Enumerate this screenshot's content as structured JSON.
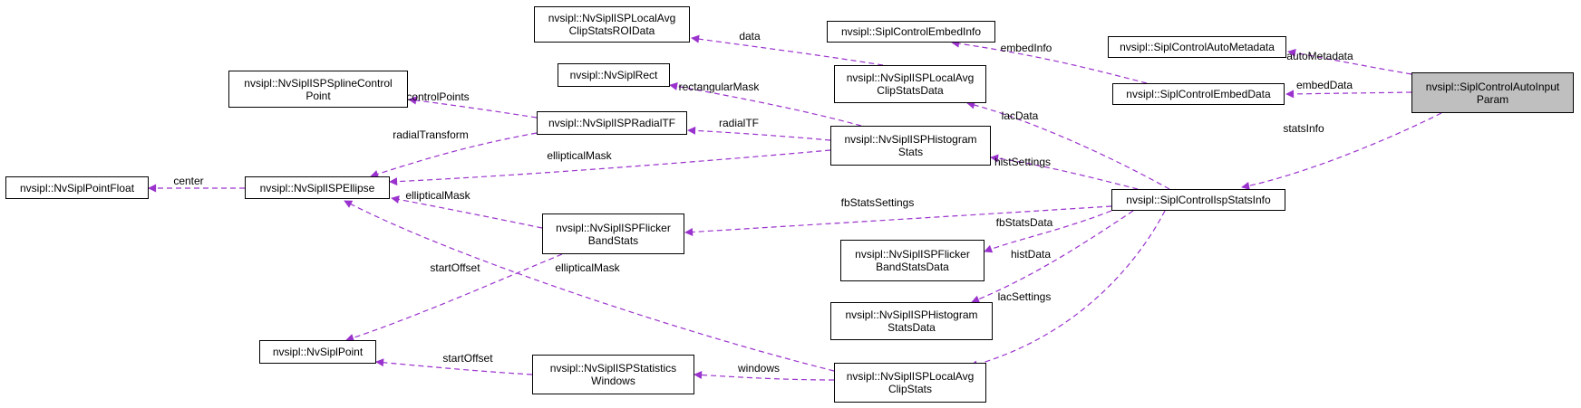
{
  "nodes": {
    "auto_input_param": "nvsipl::SiplControlAutoInput\nParam",
    "auto_metadata": "nvsipl::SiplControlAutoMetadata",
    "embed_data": "nvsipl::SiplControlEmbedData",
    "embed_info": "nvsipl::SiplControlEmbedInfo",
    "isp_stats_info": "nvsipl::SiplControlIspStatsInfo",
    "local_avg_clip_stats_roi_data": "nvsipl::NvSiplISPLocalAvg\nClipStatsROIData",
    "local_avg_clip_stats_data": "nvsipl::NvSiplISPLocalAvg\nClipStatsData",
    "histogram_stats": "nvsipl::NvSiplISPHistogram\nStats",
    "flicker_band_stats_data": "nvsipl::NvSiplISPFlicker\nBandStatsData",
    "histogram_stats_data": "nvsipl::NvSiplISPHistogram\nStatsData",
    "local_avg_clip_stats": "nvsipl::NvSiplISPLocalAvg\nClipStats",
    "rect": "nvsipl::NvSiplRect",
    "radial_tf": "nvsipl::NvSiplISPRadialTF",
    "spline_control_point": "nvsipl::NvSiplISPSplineControl\nPoint",
    "ellipse": "nvsipl::NvSiplISPEllipse",
    "point_float": "nvsipl::NvSiplPointFloat",
    "flicker_band_stats": "nvsipl::NvSiplISPFlicker\nBandStats",
    "statistics_windows": "nvsipl::NvSiplISPStatistics\nWindows",
    "point": "nvsipl::NvSiplPoint"
  },
  "edge_labels": {
    "auto_metadata": "autoMetadata",
    "embed_data": "embedData",
    "stats_info": "statsInfo",
    "embed_info": "embedInfo",
    "data": "data",
    "lac_data": "lacData",
    "hist_settings": "histSettings",
    "fb_stats_settings": "fbStatsSettings",
    "fb_stats_data": "fbStatsData",
    "hist_data": "histData",
    "lac_settings": "lacSettings",
    "rectangular_mask": "rectangularMask",
    "radial_tf": "radialTF",
    "control_points": "controlPoints",
    "radial_transform": "radialTransform",
    "elliptical_mask_hist": "ellipticalMask",
    "elliptical_mask_fb": "ellipticalMask",
    "elliptical_mask_lac": "ellipticalMask",
    "center": "center",
    "start_offset_fb": "startOffset",
    "start_offset_win": "startOffset",
    "windows": "windows"
  },
  "colors": {
    "edge": "#9a32cd",
    "node_border": "#000000",
    "focus_fill": "#bfbfbf"
  }
}
